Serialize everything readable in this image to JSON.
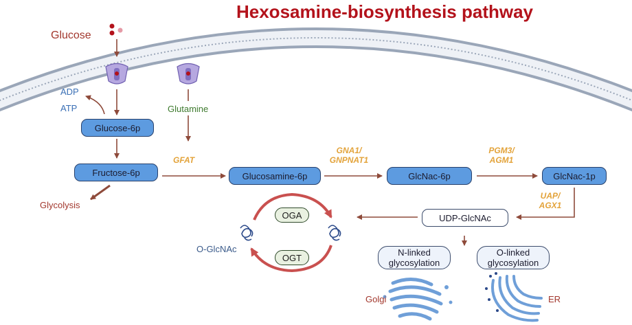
{
  "title": "Hexosamine-biosynthesis pathway",
  "labels": {
    "glucose": "Glucose",
    "adp": "ADP",
    "atp": "ATP",
    "glutamine": "Glutamine",
    "glycolysis": "Glycolysis",
    "o_glcnac": "O-GlcNAc",
    "golgi": "Golgi",
    "er": "ER"
  },
  "nodes": {
    "glucose_6p": "Glucose-6p",
    "fructose_6p": "Fructose-6p",
    "glucosamine_6p": "Glucosamine-6p",
    "glcnac_6p": "GlcNac-6p",
    "glcnac_1p": "GlcNac-1p",
    "udp_glcnac": "UDP-GlcNAc",
    "n_linked": "N-linked\nglycosylation",
    "o_linked": "O-linked\nglycosylation",
    "oga": "OGA",
    "ogt": "OGT"
  },
  "enzymes": {
    "gfat": "GFAT",
    "gna1": "GNA1/\nGNPNAT1",
    "pgm3": "PGM3/\nAGM1",
    "uap": "UAP/\nAGX1"
  },
  "colors": {
    "title": "#b3121b",
    "arrow": "#8e4a3a",
    "node_blue": "#5d9be0",
    "enzyme": "#e3a33a",
    "glutamine": "#3e7a2e",
    "cycle": "#c9504f",
    "organelle": "#6f9fd8"
  }
}
